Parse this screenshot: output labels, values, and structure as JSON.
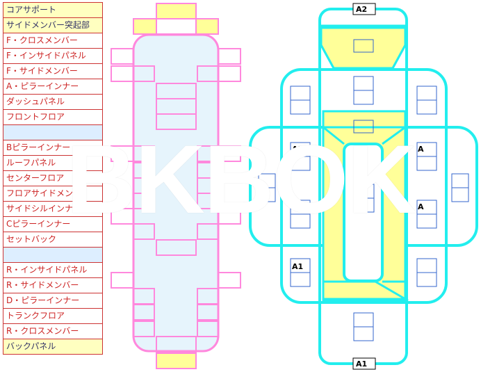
{
  "parts": [
    {
      "label": "コアサポート",
      "style": "yellow"
    },
    {
      "label": "サイドメンバー突起部",
      "style": "yellow"
    },
    {
      "label": "F・クロスメンバー",
      "style": "plain"
    },
    {
      "label": "F・インサイドパネル",
      "style": "plain"
    },
    {
      "label": "F・サイドメンバー",
      "style": "plain"
    },
    {
      "label": "A・ピラーインナー",
      "style": "plain"
    },
    {
      "label": "ダッシュパネル",
      "style": "plain"
    },
    {
      "label": "フロントフロア",
      "style": "plain"
    },
    {
      "label": "",
      "style": "blue"
    },
    {
      "label": "Bピラーインナー",
      "style": "plain"
    },
    {
      "label": "ルーフパネル",
      "style": "plain"
    },
    {
      "label": "センターフロア",
      "style": "plain"
    },
    {
      "label": "フロアサイドメンバ",
      "style": "plain"
    },
    {
      "label": "サイドシルインナー",
      "style": "plain"
    },
    {
      "label": "Cピラーインナー",
      "style": "plain"
    },
    {
      "label": "セットバック",
      "style": "plain"
    },
    {
      "label": "",
      "style": "blue"
    },
    {
      "label": "R・インサイドパネル",
      "style": "plain"
    },
    {
      "label": "R・サイドメンバー",
      "style": "plain"
    },
    {
      "label": "D・ピラーインナー",
      "style": "plain"
    },
    {
      "label": "トランクフロア",
      "style": "plain"
    },
    {
      "label": "R・クロスメンバー",
      "style": "plain"
    },
    {
      "label": "バックパネル",
      "style": "yellow"
    }
  ],
  "diagram_labels": {
    "top": "A2",
    "bottom": "A1",
    "left_upper": "A2",
    "left_mid": "A.",
    "left_lower": "A1",
    "right_upper": "A",
    "right_mid": "A"
  },
  "watermark": "BKBOK",
  "colors": {
    "pink": "#ff88dd",
    "cyan": "#22eeee",
    "yellow_fill": "#ffff99",
    "blue_fill": "#e6f4fc",
    "list_border": "#cc3333"
  }
}
